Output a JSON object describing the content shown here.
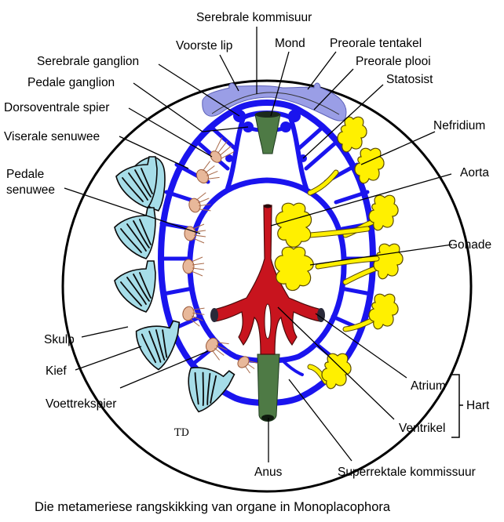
{
  "figure": {
    "title": "Die metameriese rangskikking van organe in Monoplacophora",
    "signature": "TD",
    "colors": {
      "nervous_system": "#1a14ee",
      "lip_fold": "#9a9ee6",
      "gills": "#a6dde8",
      "gonads_nephridia": "#fff000",
      "heart_aorta": "#c8141e",
      "gut": "#4e7a45",
      "muscles": "#e8b89a"
    },
    "labels": {
      "serebrale_kommisuur": "Serebrale kommisuur",
      "voorste_lip": "Voorste lip",
      "mond": "Mond",
      "preorale_tentakel": "Preorale tentakel",
      "serebrale_ganglion": "Serebrale ganglion",
      "preorale_plooi": "Preorale plooi",
      "pedale_ganglion": "Pedale ganglion",
      "statosist": "Statosist",
      "dorsoventrale_spier": "Dorsoventrale spier",
      "viserale_senuwee": "Viserale senuwee",
      "nefridium": "Nefridium",
      "pedale_senuwee_1": "Pedale",
      "pedale_senuwee_2": "senuwee",
      "aorta": "Aorta",
      "gonade": "Gonade",
      "skulp": "Skulp",
      "kief": "Kief",
      "voettrekspier": "Voettrekspier",
      "atrium": "Atrium",
      "ventrikel": "Ventrikel",
      "hart": "Hart",
      "anus": "Anus",
      "superrektale_kommissuur": "Superrektale kommissuur"
    }
  }
}
